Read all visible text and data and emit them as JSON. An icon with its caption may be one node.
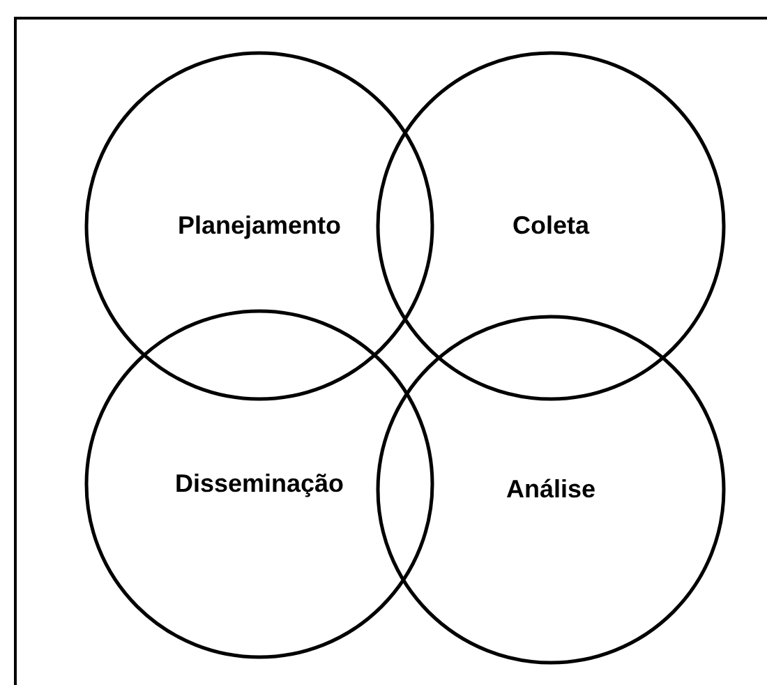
{
  "diagram": {
    "nodes": [
      {
        "text": [
          "Planejamento"
        ]
      },
      {
        "text": [
          "Coleta"
        ]
      },
      {
        "text": [
          "Disseminação"
        ]
      },
      {
        "text": [
          "Análise"
        ]
      }
    ]
  }
}
